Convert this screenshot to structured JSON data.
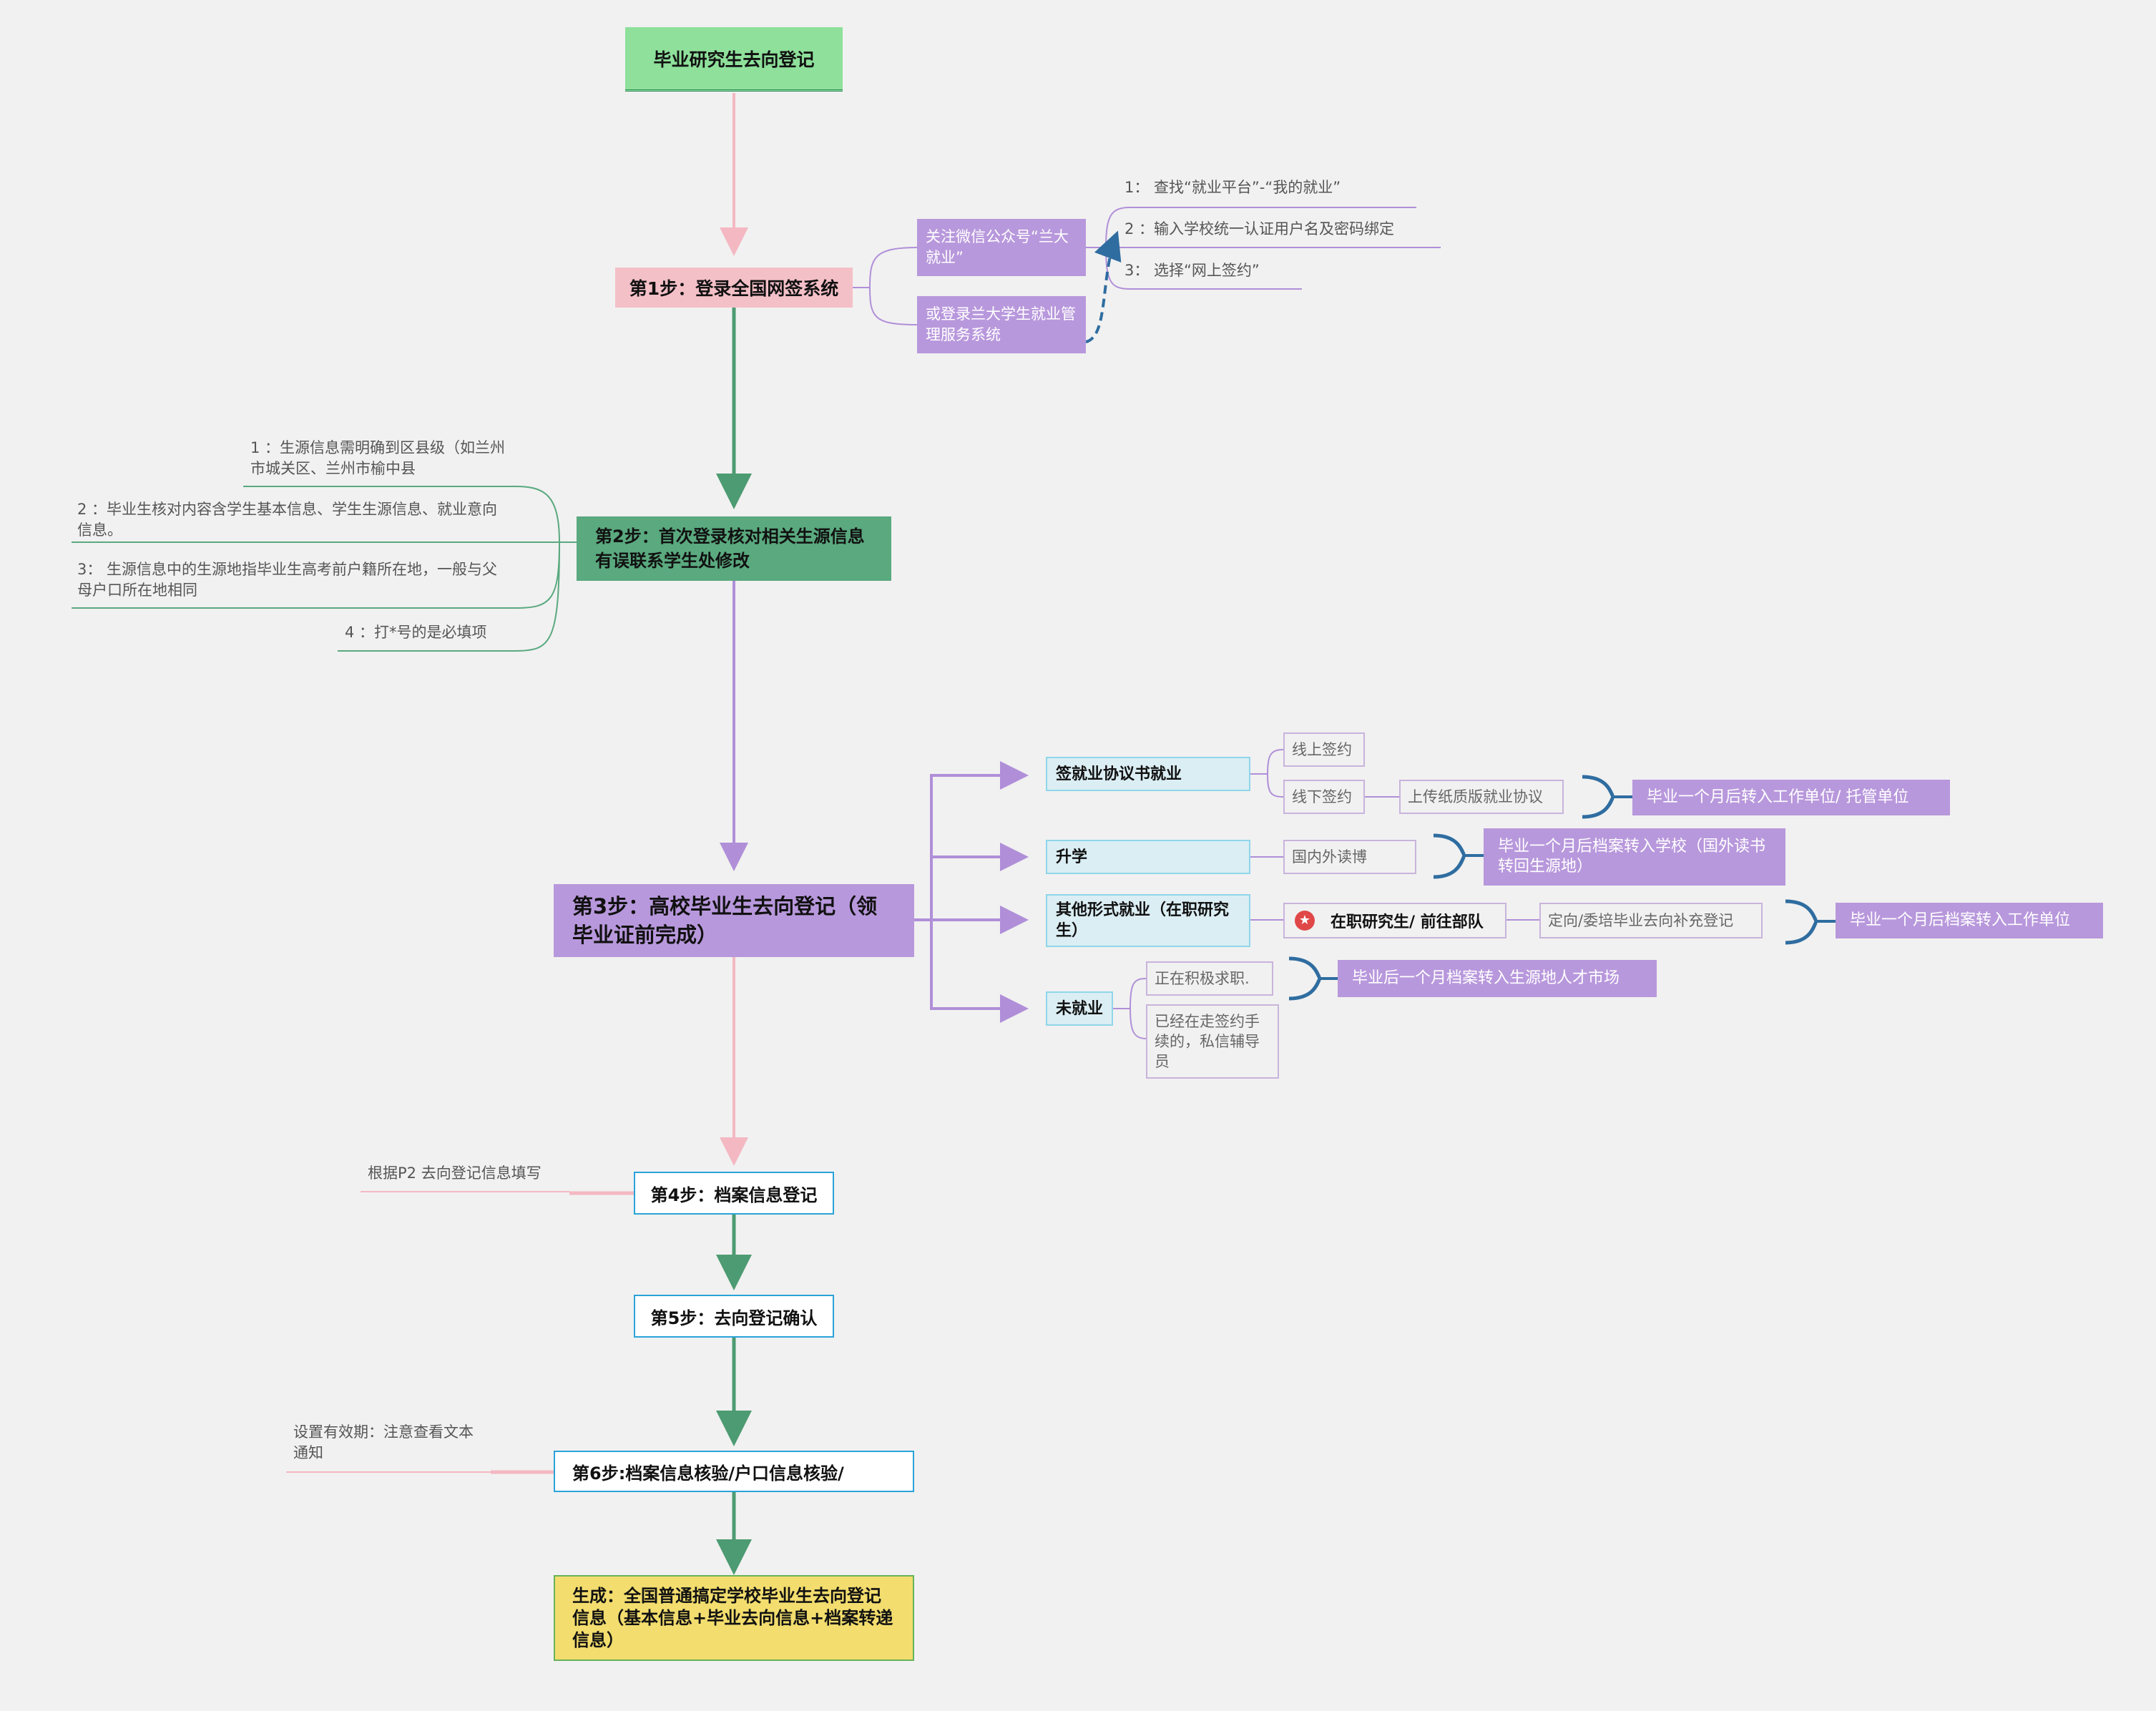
{
  "title": "毕业研究生去向登记",
  "step1": {
    "label": "第1步：登录全国网签系统",
    "wechat": "关注微信公众号“兰大就业”",
    "portal": "或登录兰大学生就业管理服务系统",
    "sub1": "1： 查找“就业平台”-“我的就业”",
    "sub2": "2 ：输入学校统一认证用户名及密码绑定",
    "sub3": "3： 选择“网上签约”"
  },
  "step2": {
    "label": "第2步：首次登录核对相关生源信息有误联系学生处修改",
    "note1": "1 ：生源信息需明确到区县级（如兰州市城关区、兰州市榆中县",
    "note2": "2 ：毕业生核对内容含学生基本信息、学生生源信息、就业意向信息。",
    "note3": "3： 生源信息中的生源地指毕业生高考前户籍所在地，一般与父母户口所在地相同",
    "note4": "4 ：打*号的是必填项"
  },
  "step3": {
    "label": "第3步：高校毕业生去向登记（领毕业证前完成）",
    "cat_agreement": "签就业协议书就业",
    "online_sign": "线上签约",
    "offline_sign": "线下签约",
    "paper_upload": "上传纸质版就业协议",
    "agreement_result": "毕业一个月后转入工作单位/ 托管单位",
    "cat_study": "升学",
    "study_detail": "国内外读博",
    "study_result": "毕业一个月后档案转入学校（国外读书转回生源地）",
    "cat_other": "其他形式就业（在职研究生）",
    "other_detail": "在职研究生/ 前往部队",
    "other_register": "定向/委培毕业去向补充登记",
    "other_result": "毕业一个月后档案转入工作单位",
    "cat_unemployed": "未就业",
    "job_seeking": "正在积极求职.",
    "signing_process": "已经在走签约手续的，私信辅导员",
    "unemployed_result": "毕业后一个月档案转入生源地人才市场"
  },
  "step4": {
    "label": "第4步：档案信息登记",
    "note": "根据P2 去向登记信息填写"
  },
  "step5": {
    "label": "第5步：去向登记确认"
  },
  "step6": {
    "label": "第6步:档案信息核验/户口信息核验/",
    "note": "设置有效期：注意查看文本通知"
  },
  "result": {
    "label": "生成：全国普通搞定学校毕业生去向登记信息（基本信息+毕业去向信息+档案转递信息）"
  },
  "colors": {
    "pink": "#f4c0c8",
    "green": "#5aa97f",
    "purple": "#b898dc",
    "blue": "#2aa3d8",
    "yellow": "#f2dd6e",
    "title_green": "#8ee09b"
  }
}
